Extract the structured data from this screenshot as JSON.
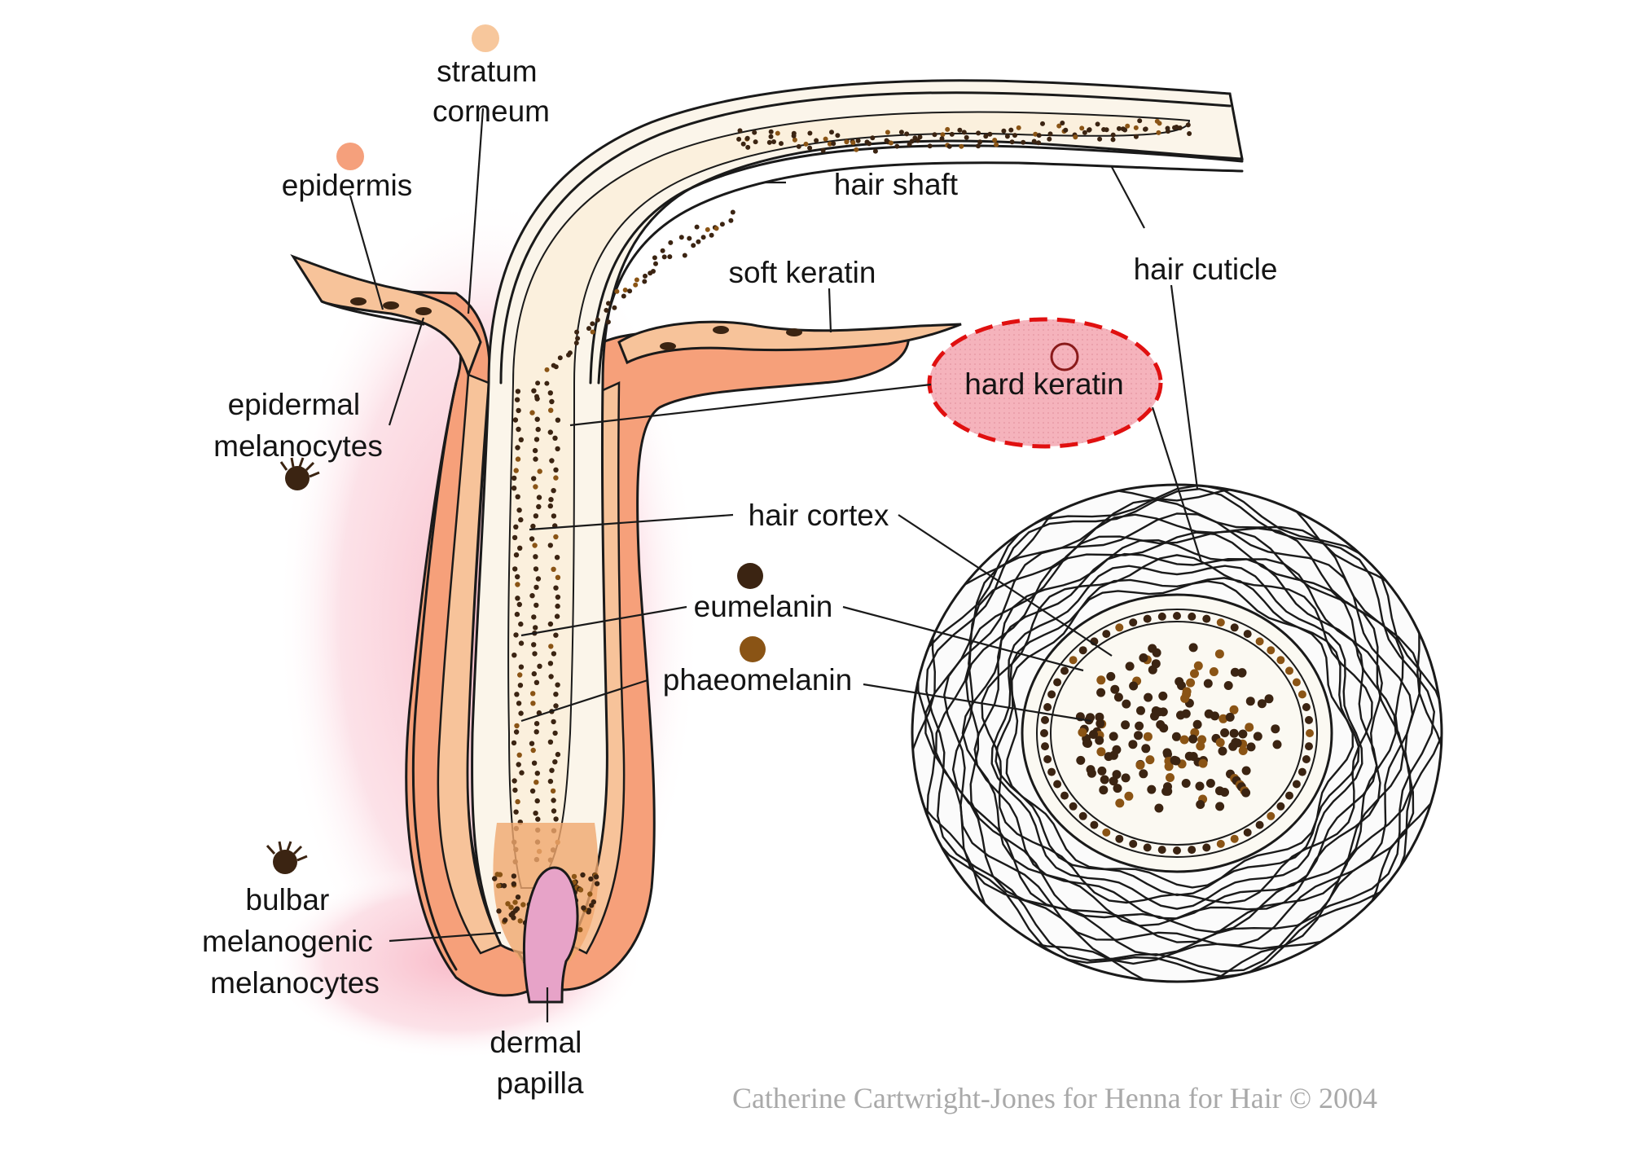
{
  "diagram": {
    "title_hidden": false,
    "labels": {
      "stratum_corneum": [
        "stratum",
        "corneum"
      ],
      "epidermis": "epidermis",
      "hair_shaft": "hair shaft",
      "soft_keratin": "soft keratin",
      "hair_cuticle": "hair cuticle",
      "hard_keratin": "hard keratin",
      "epidermal_melanocytes": [
        "epidermal",
        "melanocytes"
      ],
      "hair_cortex": "hair cortex",
      "eumelanin": "eumelanin",
      "phaeomelanin": "phaeomelanin",
      "bulbar_melanogenic_melanocytes": [
        "bulbar",
        "melanogenic",
        "melanocytes"
      ],
      "dermal_papilla": [
        "dermal",
        "papilla"
      ]
    },
    "credit": "Catherine Cartwright-Jones for Henna for Hair © 2004",
    "colors": {
      "skin": "#f6a07a",
      "skin_light": "#f7c39a",
      "dermis_glow": "#fbd3dc",
      "papilla": "#e7a3c8",
      "eumelanin": "#3b2412",
      "phaeomelanin": "#8a5415",
      "stratum_corneum_swatch": "#f7c79c",
      "epidermis_swatch": "#f5a07c",
      "highlight_fill": "#f09aa5",
      "highlight_stroke": "#e01010"
    },
    "highlight": {
      "target": "hard keratin"
    }
  }
}
